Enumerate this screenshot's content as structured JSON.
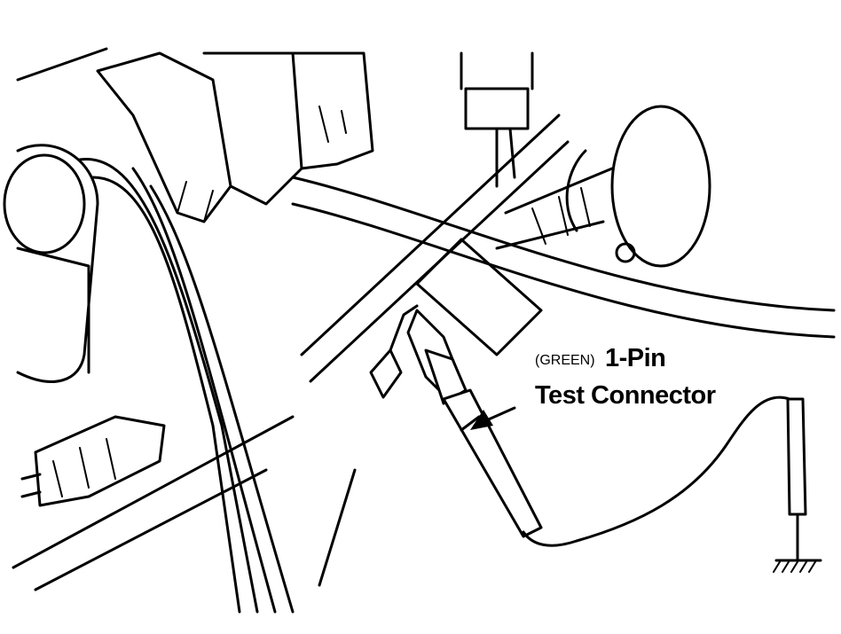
{
  "labels": {
    "color_note": "(GREEN)",
    "line1": "1-Pin",
    "line2": "Test Connector"
  },
  "colors": {
    "ink": "#000000",
    "paper": "#ffffff"
  }
}
